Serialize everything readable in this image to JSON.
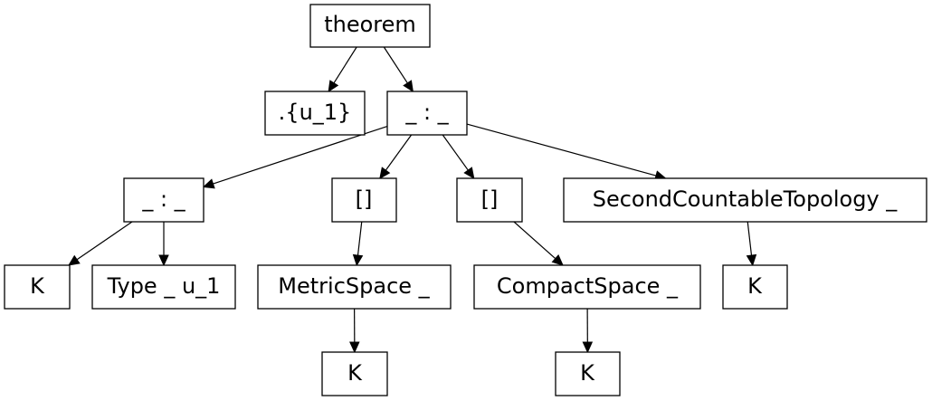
{
  "tree": {
    "nodes": {
      "n0": "theorem",
      "n1": ".{u_1}",
      "n2": "_ : _",
      "n3": "_ : _",
      "n4": "[]",
      "n5": "[]",
      "n6": "SecondCountableTopology _",
      "n7": "K",
      "n8": "Type _ u_1",
      "n9": "MetricSpace _",
      "n10": "CompactSpace _",
      "n11": "K",
      "n12": "K",
      "n13": "K"
    },
    "edges": [
      [
        "n0",
        "n1"
      ],
      [
        "n0",
        "n2"
      ],
      [
        "n2",
        "n3"
      ],
      [
        "n2",
        "n4"
      ],
      [
        "n2",
        "n5"
      ],
      [
        "n2",
        "n6"
      ],
      [
        "n3",
        "n7"
      ],
      [
        "n3",
        "n8"
      ],
      [
        "n4",
        "n9"
      ],
      [
        "n5",
        "n10"
      ],
      [
        "n6",
        "n11"
      ],
      [
        "n9",
        "n12"
      ],
      [
        "n10",
        "n13"
      ]
    ]
  }
}
